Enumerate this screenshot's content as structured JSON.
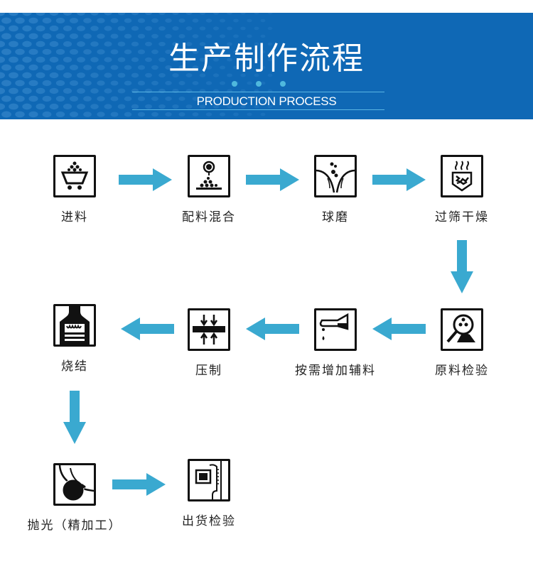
{
  "header": {
    "title": "生产制作流程",
    "subtitle": "PRODUCTION PROCESS",
    "colors": {
      "background": "#0f68b5",
      "accent": "#4fb8dd",
      "text": "#ffffff"
    }
  },
  "flow": {
    "arrow_color": "#3aa9d0",
    "steps": [
      {
        "label": "进料",
        "icon": "mine-cart-icon"
      },
      {
        "label": "配料混合",
        "icon": "mixing-icon"
      },
      {
        "label": "球磨",
        "icon": "ball-mill-icon"
      },
      {
        "label": "过筛干燥",
        "icon": "sieve-drying-icon"
      },
      {
        "label": "原料检验",
        "icon": "magnifier-inspection-icon"
      },
      {
        "label": "按需增加辅料",
        "icon": "flask-pour-icon"
      },
      {
        "label": "压制",
        "icon": "press-icon"
      },
      {
        "label": "烧结",
        "icon": "furnace-icon"
      },
      {
        "label": "抛光（精加工）",
        "icon": "polishing-icon"
      },
      {
        "label": "出货检验",
        "icon": "shipment-inspection-icon"
      }
    ]
  }
}
